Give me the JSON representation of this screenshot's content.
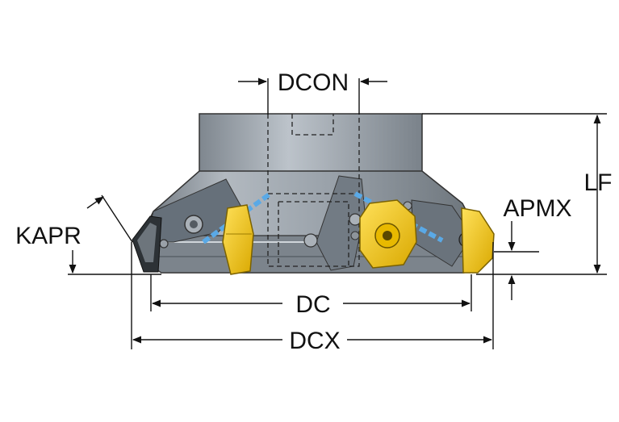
{
  "diagram": {
    "labels": {
      "dcon": "DCON",
      "lf": "LF",
      "apmx": "APMX",
      "kapr": "KAPR",
      "dc": "DC",
      "dcx": "DCX"
    },
    "colors": {
      "body": "#8f97a0",
      "body_light": "#b9c0c7",
      "body_dark": "#5e666e",
      "insert": "#f2c200",
      "insert_dark": "#b58f00",
      "coolant": "#5aa9e6",
      "line": "#111111"
    }
  }
}
